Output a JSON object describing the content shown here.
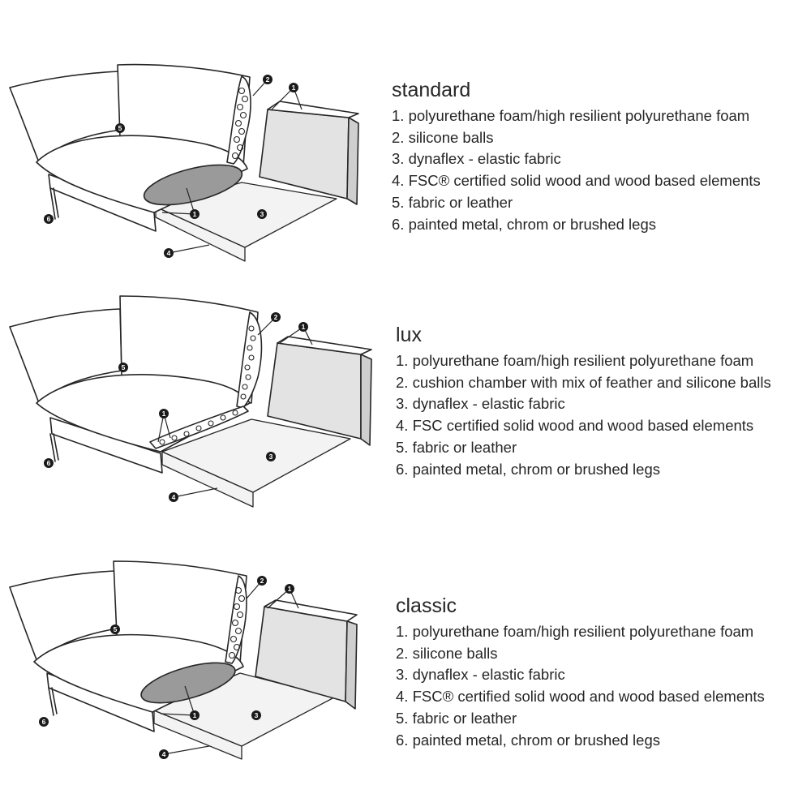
{
  "sections": [
    {
      "id": "standard",
      "title": "standard",
      "items": [
        "1. polyurethane foam/high resilient polyurethane foam",
        "2. silicone balls",
        "3. dynaflex - elastic fabric",
        "4. FSC® certified solid wood and wood based elements",
        "5. fabric or leather",
        "6. painted metal, chrom or brushed legs"
      ],
      "filling": "silicone-balls"
    },
    {
      "id": "lux",
      "title": "lux",
      "items": [
        "1. polyurethane foam/high resilient polyurethane foam",
        "2. cushion chamber with mix of feather and silicone balls",
        "3. dynaflex - elastic fabric",
        "4. FSC certified solid wood and wood based elements",
        "5. fabric or leather",
        "6. painted metal, chrom or brushed legs"
      ],
      "filling": "feather-and-silicone-mix"
    },
    {
      "id": "classic",
      "title": "classic",
      "items": [
        "1. polyurethane foam/high resilient polyurethane foam",
        "2. silicone balls",
        "3. dynaflex - elastic fabric",
        "4. FSC® certified solid wood and wood based elements",
        "5. fabric or leather",
        "6. painted metal, chrom or brushed legs"
      ],
      "filling": "silicone-balls"
    }
  ],
  "markers": [
    "1",
    "2",
    "3",
    "4",
    "5",
    "6"
  ]
}
